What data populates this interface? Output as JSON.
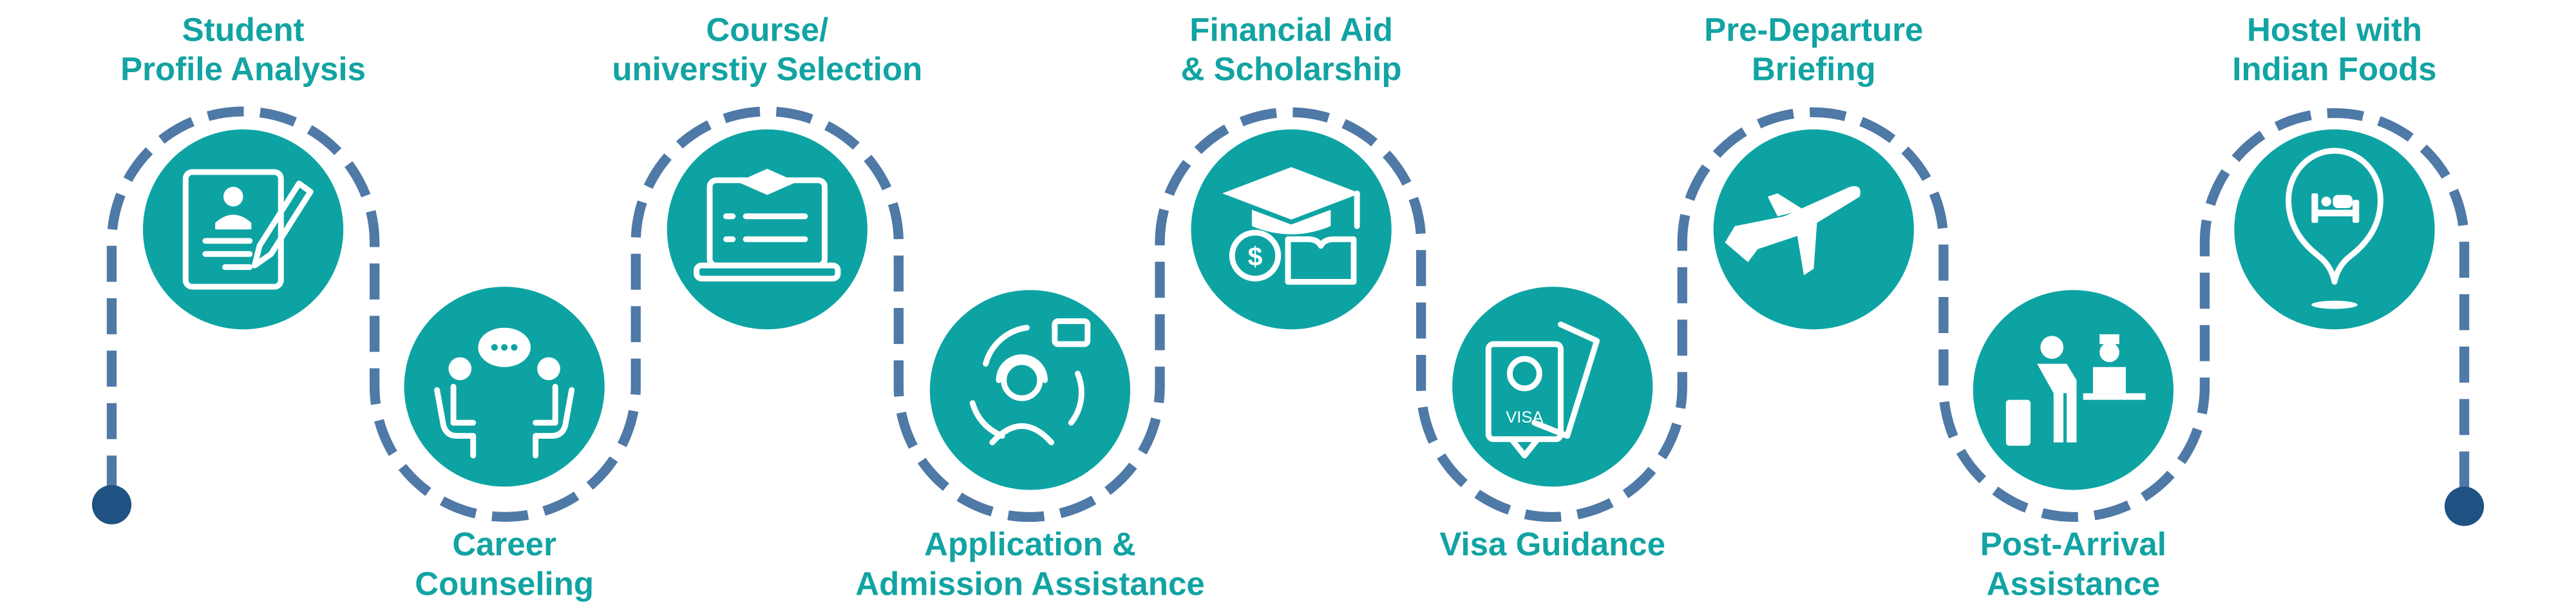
{
  "title": "Study abroad service roadmap",
  "colors": {
    "teal": "#0ea3a3",
    "text": "#12a3a3",
    "dash": "#4f79a6",
    "endpoint": "#1f5283"
  },
  "steps": [
    {
      "line1": "Student",
      "line2": "Profile Analysis",
      "icon": "profile-document-icon"
    },
    {
      "line1": "Career",
      "line2": "Counseling",
      "icon": "counseling-conversation-icon"
    },
    {
      "line1": "Course/",
      "line2": "universtiy Selection",
      "icon": "laptop-graduation-icon"
    },
    {
      "line1": "Application &",
      "line2": "Admission Assistance",
      "icon": "support-headset-icon"
    },
    {
      "line1": "Financial Aid",
      "line2": "& Scholarship",
      "icon": "scholarship-money-icon"
    },
    {
      "line1": "Visa Guidance",
      "line2": "",
      "icon": "passport-visa-icon"
    },
    {
      "line1": "Pre-Departure",
      "line2": "Briefing",
      "icon": "airplane-icon"
    },
    {
      "line1": "Post-Arrival",
      "line2": "Assistance",
      "icon": "reception-traveler-icon"
    },
    {
      "line1": "Hostel with",
      "line2": "Indian Foods",
      "icon": "hostel-bed-pin-icon"
    }
  ]
}
